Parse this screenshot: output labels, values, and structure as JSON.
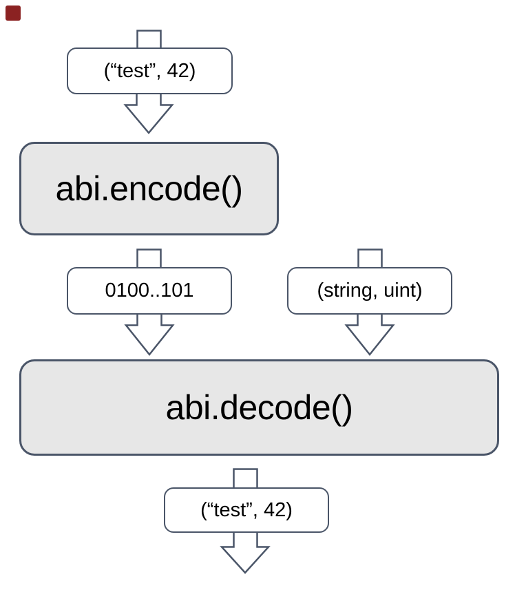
{
  "diagram": {
    "description_labels": {
      "input_tuple": "(“test”, 42)",
      "encode": "abi.encode()",
      "encoded_bytes": "0100..101",
      "types_tuple": "(string, uint)",
      "decode": "abi.decode()",
      "output_tuple": "(“test”, 42)"
    },
    "arrows": [
      {
        "name": "entry-tab-into-input-tuple"
      },
      {
        "name": "down-arrow-input-to-encode"
      },
      {
        "name": "entry-tab-into-encoded-bytes"
      },
      {
        "name": "down-arrow-encoded-bytes-to-decode"
      },
      {
        "name": "entry-tab-into-types-tuple"
      },
      {
        "name": "down-arrow-types-tuple-to-decode"
      },
      {
        "name": "entry-tab-into-output-tuple"
      },
      {
        "name": "down-arrow-output-result"
      }
    ],
    "colors": {
      "stroke": "#4A5568",
      "function_box_fill": "#E7E7E7",
      "label_box_fill": "#FFFFFF",
      "text": "#000000",
      "background": "#FFFFFF",
      "corner_marker": "#8B2222"
    }
  }
}
